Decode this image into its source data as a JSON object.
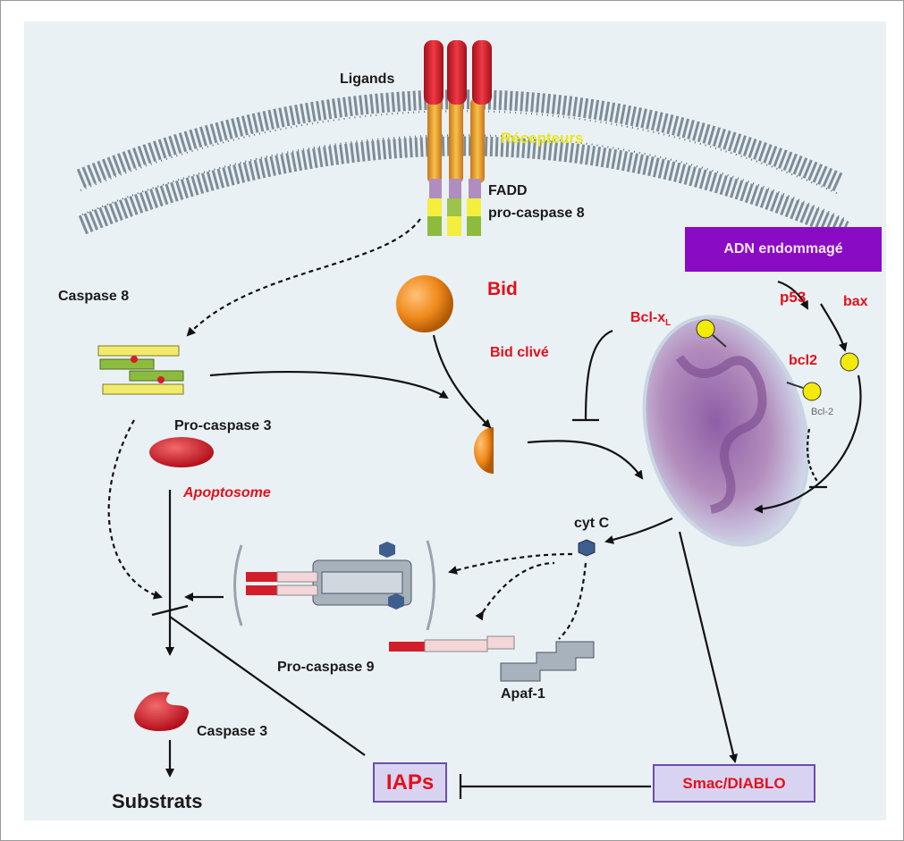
{
  "labels": {
    "ligands": "Ligands",
    "recepteurs": "Récepteurs",
    "fadd": "FADD",
    "procaspase8": "pro-caspase 8",
    "caspase8": "Caspase 8",
    "bid": "Bid",
    "bid_clive": "Bid clivé",
    "bclxl_main": "Bcl-x",
    "bclxl_sub": "L",
    "p53": "p53",
    "bax": "bax",
    "bcl2": "bcl2",
    "bcl2_gray": "Bcl-2",
    "procaspase3": "Pro-caspase 3",
    "apoptosome": "Apoptosome",
    "cytc": "cyt C",
    "procaspase9": "Pro-caspase 9",
    "apaf1": "Apaf-1",
    "caspase3": "Caspase 3",
    "substrats": "Substrats"
  },
  "boxes": {
    "adn": "ADN endommagé",
    "iaps": "IAPs",
    "smac": "Smac/DIABLO"
  },
  "colors": {
    "background": "#eaf1f5",
    "label_red": "#e3101a",
    "label_black": "#1a1a1a",
    "label_yellow": "#e8e81a",
    "adn_box": "#8a0bc4",
    "inhib_box_fill": "#d9d3f2",
    "inhib_box_border": "#6a4fa8",
    "membrane": "#7d8c97",
    "caspase_red": "#d21e2a",
    "bid_orange": "#f08a1c",
    "mito_purple": "#9a6aa6",
    "bcl_yellow": "#f2ea0a"
  }
}
